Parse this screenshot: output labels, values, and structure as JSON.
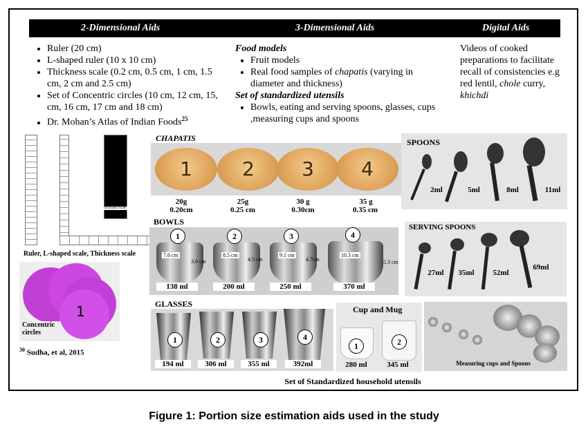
{
  "header": {
    "col1": "2-Dimensional Aids",
    "col2": "3-Dimensional Aids",
    "col3": "Digital Aids"
  },
  "two_d": {
    "items": [
      "Ruler (20 cm)",
      "L-shaped ruler (10 x 10 cm)",
      "Thickness scale (0.2 cm, 0.5 cm, 1 cm, 1.5 cm, 2 cm  and 2.5 cm)",
      "Set of Concentric circles (10 cm, 12 cm, 15, cm, 16 cm, 17 cm and 18 cm)",
      "Dr. Mohan’s Atlas of Indian Foods"
    ],
    "atlas_sup": "25"
  },
  "three_d": {
    "food_models_title": "Food models",
    "food_models": [
      "Fruit models",
      "Real food samples of "
    ],
    "chapatis_word": "chapatis",
    "chapatis_suffix": " (varying in diameter and thickness)",
    "utensils_title": "Set of standardized utensils",
    "utensils": [
      "Bowls, eating and serving spoons, glasses, cups ,measuring cups and spoons"
    ]
  },
  "digital": {
    "text_a": "Videos of cooked preparations to facilitate recall of consistencies e.g red lentil, ",
    "chole": "chole",
    "text_b": " curry, ",
    "khichdi": "khichdi"
  },
  "left": {
    "ruler_caption": "Ruler, L-shaped scale, Thickness scale",
    "thickness_label": "Thickness Scale",
    "circles_caption": "Concentric circles",
    "circle_num": "1",
    "ref_sup": "30",
    "ref_text": " Sudha, et al, 2015"
  },
  "chapatis": {
    "title": "CHAPATIS",
    "items": [
      {
        "num": "1",
        "weight": "20g",
        "thickness": "0.20cm"
      },
      {
        "num": "2",
        "weight": "25g",
        "thickness": "0.25 cm"
      },
      {
        "num": "3",
        "weight": "30 g",
        "thickness": "0.30cm"
      },
      {
        "num": "4",
        "weight": "35 g",
        "thickness": "0.35 cm"
      }
    ]
  },
  "bowls": {
    "title": "BOWLS",
    "items": [
      {
        "num": "1",
        "dia": "7.6 cm",
        "height": "3.9 cm",
        "vol": "138 ml"
      },
      {
        "num": "2",
        "dia": "8.5 cm",
        "height": "4.5 cm",
        "vol": "200 ml"
      },
      {
        "num": "3",
        "dia": "9.1 cm",
        "height": "4.7cm",
        "vol": "250 ml"
      },
      {
        "num": "4",
        "dia": "10.3 cm",
        "height": "5.3 cm",
        "vol": "370 ml"
      }
    ]
  },
  "glasses": {
    "title": "GLASSES",
    "items": [
      {
        "num": "1",
        "vol": "194 ml"
      },
      {
        "num": "2",
        "vol": "306 ml"
      },
      {
        "num": "3",
        "vol": "355 ml"
      },
      {
        "num": "4",
        "vol": "392ml"
      }
    ]
  },
  "cups": {
    "title": "Cup and Mug",
    "items": [
      {
        "num": "1",
        "vol": "280 ml"
      },
      {
        "num": "2",
        "vol": "345 ml"
      }
    ]
  },
  "spoons": {
    "title": "SPOONS",
    "items": [
      "2ml",
      "5ml",
      "8ml",
      "11ml"
    ]
  },
  "serving_spoons": {
    "title": "SERVING SPOONS",
    "items": [
      "27ml",
      "35ml",
      "52ml",
      "69ml"
    ]
  },
  "measuring": {
    "caption": "Measuring cups and Spoons"
  },
  "set_caption": "Set of Standardized  household utensils",
  "figure_caption": "Figure 1: Portion size estimation aids used in the study"
}
